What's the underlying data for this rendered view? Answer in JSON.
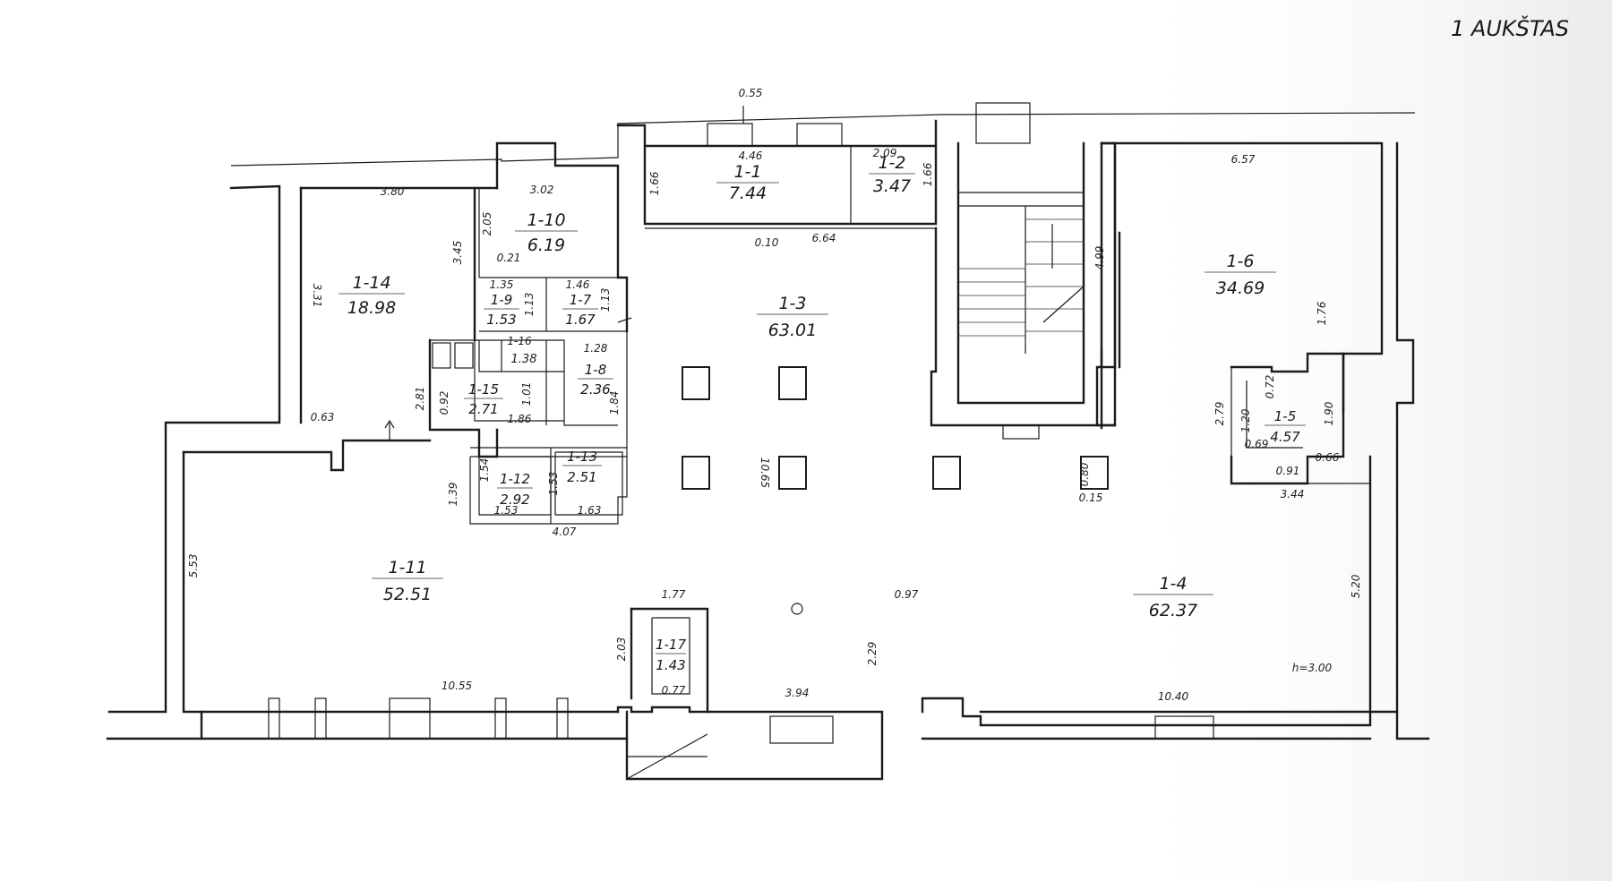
{
  "title": "1 AUKŠTAS",
  "rooms": [
    {
      "code": "1-1",
      "area": "7.44"
    },
    {
      "code": "1-2",
      "area": "3.47"
    },
    {
      "code": "1-3",
      "area": "63.01"
    },
    {
      "code": "1-4",
      "area": "62.37"
    },
    {
      "code": "1-5",
      "area": "4.57"
    },
    {
      "code": "1-6",
      "area": "34.69"
    },
    {
      "code": "1-7",
      "area": "1.67"
    },
    {
      "code": "1-8",
      "area": "2.36"
    },
    {
      "code": "1-9",
      "area": "1.53"
    },
    {
      "code": "1-10",
      "area": "6.19"
    },
    {
      "code": "1-11",
      "area": "52.51"
    },
    {
      "code": "1-12",
      "area": "2.92"
    },
    {
      "code": "1-13",
      "area": "2.51"
    },
    {
      "code": "1-14",
      "area": "18.98"
    },
    {
      "code": "1-15",
      "area": "2.71"
    },
    {
      "code": "1-16",
      "area": "1.38"
    },
    {
      "code": "1-17",
      "area": "1.43"
    }
  ],
  "dimensions": [
    "0.55",
    "4.46",
    "2.09",
    "1.66",
    "1.66",
    "6.57",
    "3.02",
    "3.80",
    "2.05",
    "3.45",
    "3.31",
    "0.21",
    "0.10",
    "6.64",
    "1.35",
    "1.13",
    "1.46",
    "1.13",
    "1.28",
    "1.84",
    "1.01",
    "1.86",
    "0.92",
    "2.81",
    "0.63",
    "10.65",
    "4.99",
    "1.76",
    "2.79",
    "1.20",
    "0.69",
    "1.90",
    "0.72",
    "0.66",
    "0.91",
    "3.44",
    "1.54",
    "1.39",
    "1.53",
    "1.53",
    "1.63",
    "4.07",
    "0.80",
    "0.15",
    "5.53",
    "5.20",
    "1.77",
    "2.03",
    "0.77",
    "0.97",
    "2.29",
    "10.55",
    "3.94",
    "10.40"
  ],
  "height_note": "h=3.00"
}
